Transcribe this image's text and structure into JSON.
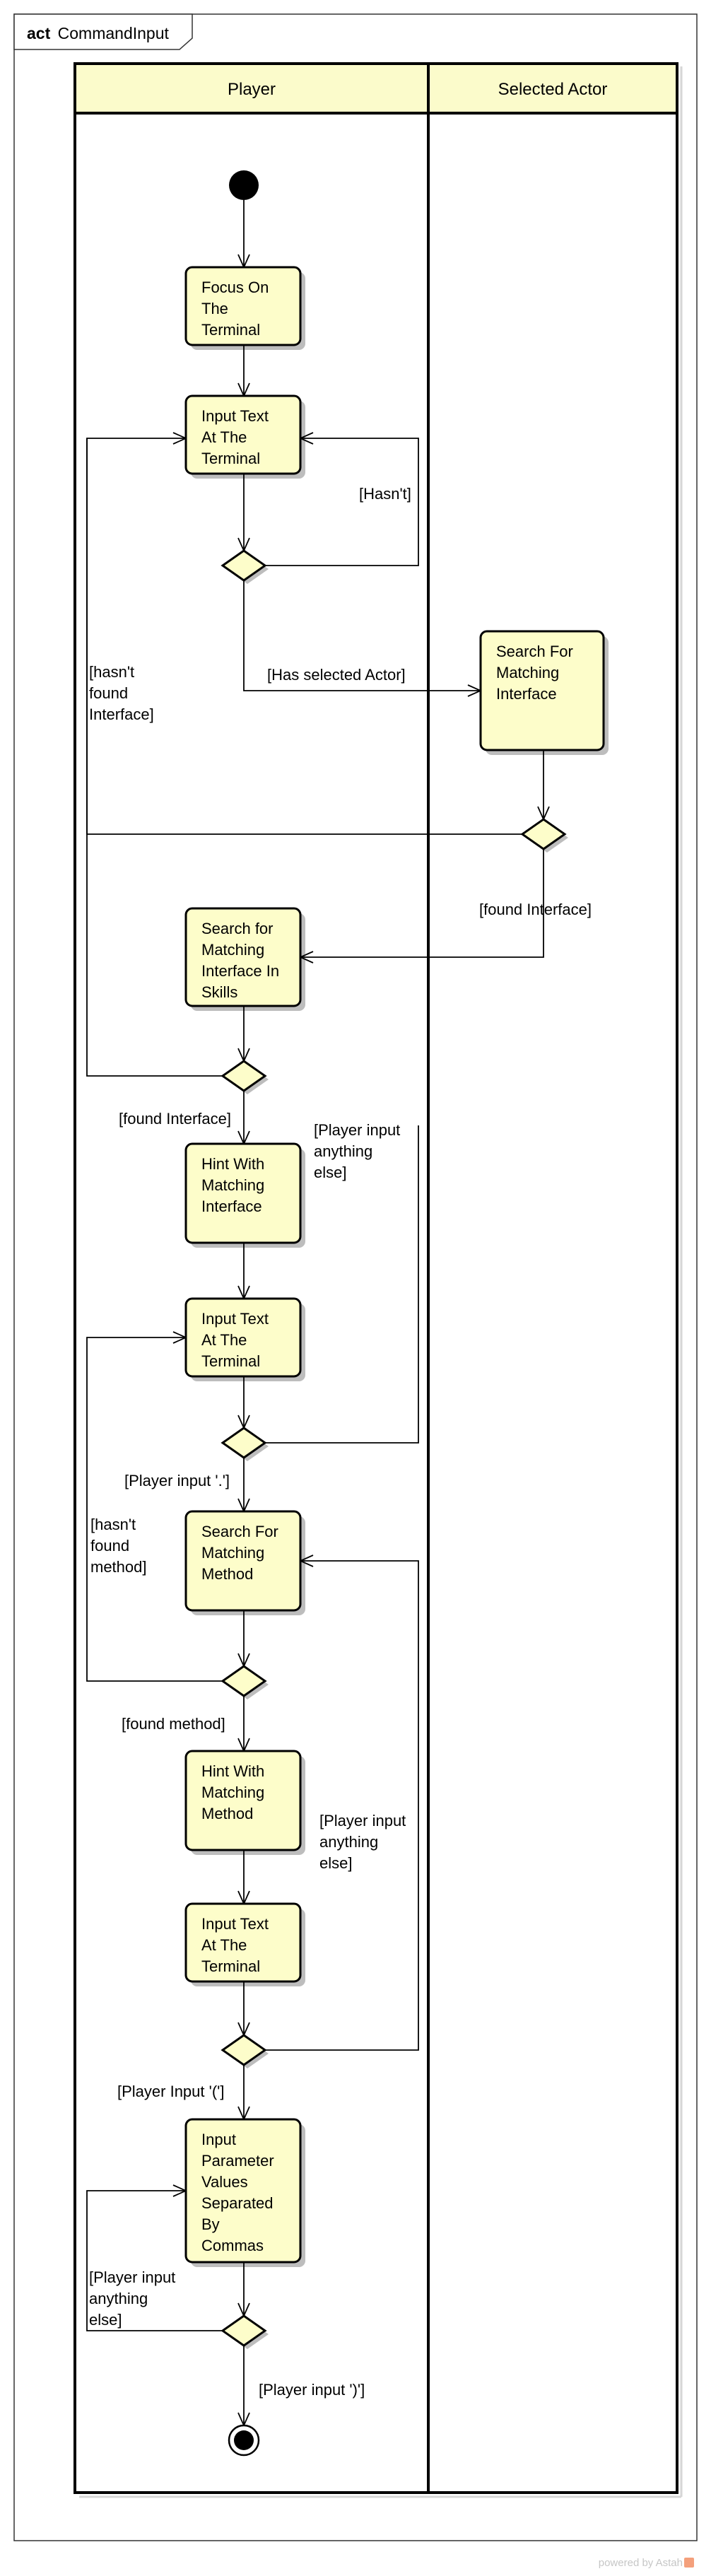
{
  "diagram": {
    "frame_keyword": "act",
    "frame_name": "CommandInput",
    "lanes": [
      "Player",
      "Selected Actor"
    ],
    "actions": [
      [
        "Focus On",
        "The",
        "Terminal"
      ],
      [
        "Input Text",
        "At The",
        "Terminal"
      ],
      [
        "Search For",
        "Matching",
        "Interface"
      ],
      [
        "Search for",
        "Matching",
        "Interface In",
        "Skills"
      ],
      [
        "Hint With",
        "Matching",
        "Interface"
      ],
      [
        "Input Text",
        "At The",
        "Terminal"
      ],
      [
        "Search For",
        "Matching",
        "Method"
      ],
      [
        "Hint With",
        "Matching",
        "Method"
      ],
      [
        "Input Text",
        "At The",
        "Terminal"
      ],
      [
        "Input",
        "Parameter",
        "Values",
        "Separated",
        "By",
        "Commas"
      ]
    ],
    "guards": [
      [
        "[Hasn't]"
      ],
      [
        "[Has selected Actor]"
      ],
      [
        "[hasn't",
        "found",
        "Interface]"
      ],
      [
        "[found Interface]"
      ],
      [
        "[found Interface]"
      ],
      [
        "[Player input",
        "anything",
        "else]"
      ],
      [
        "[Player input '.']"
      ],
      [
        "[hasn't",
        "found",
        "method]"
      ],
      [
        "[found method]"
      ],
      [
        "[Player input",
        "anything",
        "else]"
      ],
      [
        "[Player Input '(']"
      ],
      [
        "[Player input",
        "anything",
        "else]"
      ],
      [
        "[Player input ')']"
      ]
    ],
    "watermark": "powered by Astah"
  }
}
